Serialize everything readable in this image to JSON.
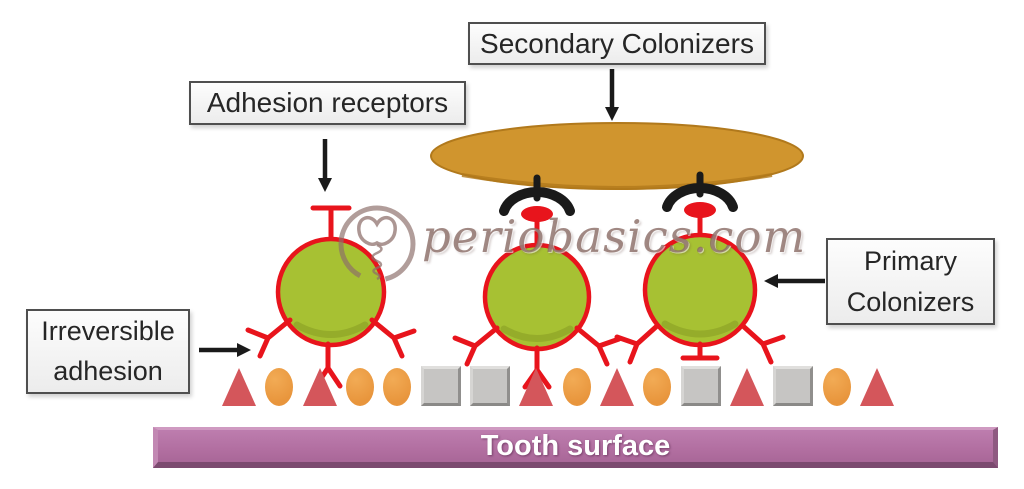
{
  "labels": {
    "secondary_colonizers": "Secondary Colonizers",
    "adhesion_receptors": "Adhesion receptors",
    "irreversible_adhesion": "Irreversible adhesion",
    "primary_colonizers": "Primary Colonizers",
    "tooth_surface": "Tooth surface"
  },
  "watermark": {
    "text": "periobasics.com",
    "logo_icon": "tooth-implant-logo-icon"
  },
  "diagram": {
    "secondary_colonizer_count": 1,
    "primary_colonizer_count": 3,
    "substrate_row": [
      "red-triangle",
      "orange-ellipse",
      "red-triangle",
      "orange-ellipse",
      "orange-ellipse",
      "gray-square",
      "gray-square",
      "red-triangle",
      "orange-ellipse",
      "red-triangle",
      "orange-ellipse",
      "gray-square",
      "red-triangle",
      "gray-square",
      "orange-ellipse",
      "red-triangle"
    ],
    "arrows": [
      {
        "from": "secondary-colonizers-label",
        "to": "secondary-colonizer-ellipse",
        "direction": "down"
      },
      {
        "from": "adhesion-receptors-label",
        "to": "primary-colonizer-1-receptor",
        "direction": "down"
      },
      {
        "from": "irreversible-adhesion-label",
        "to": "substrate-row",
        "direction": "right"
      },
      {
        "from": "primary-colonizers-label",
        "to": "primary-colonizer-3",
        "direction": "left"
      }
    ]
  },
  "colors": {
    "primary_colonizer_green": "#a7c133",
    "receptor_red": "#e8141c",
    "secondary_colonizer_gold": "#d0952e",
    "triangle_red": "#d4565b",
    "ellipse_orange": "#e8953c",
    "square_gray": "#c6c5c3",
    "tooth_surface_purple": "#b26fa1",
    "label_border": "#4f4f4f",
    "watermark_brown": "#8a6c66",
    "arrow_black": "#1a1a1a"
  }
}
